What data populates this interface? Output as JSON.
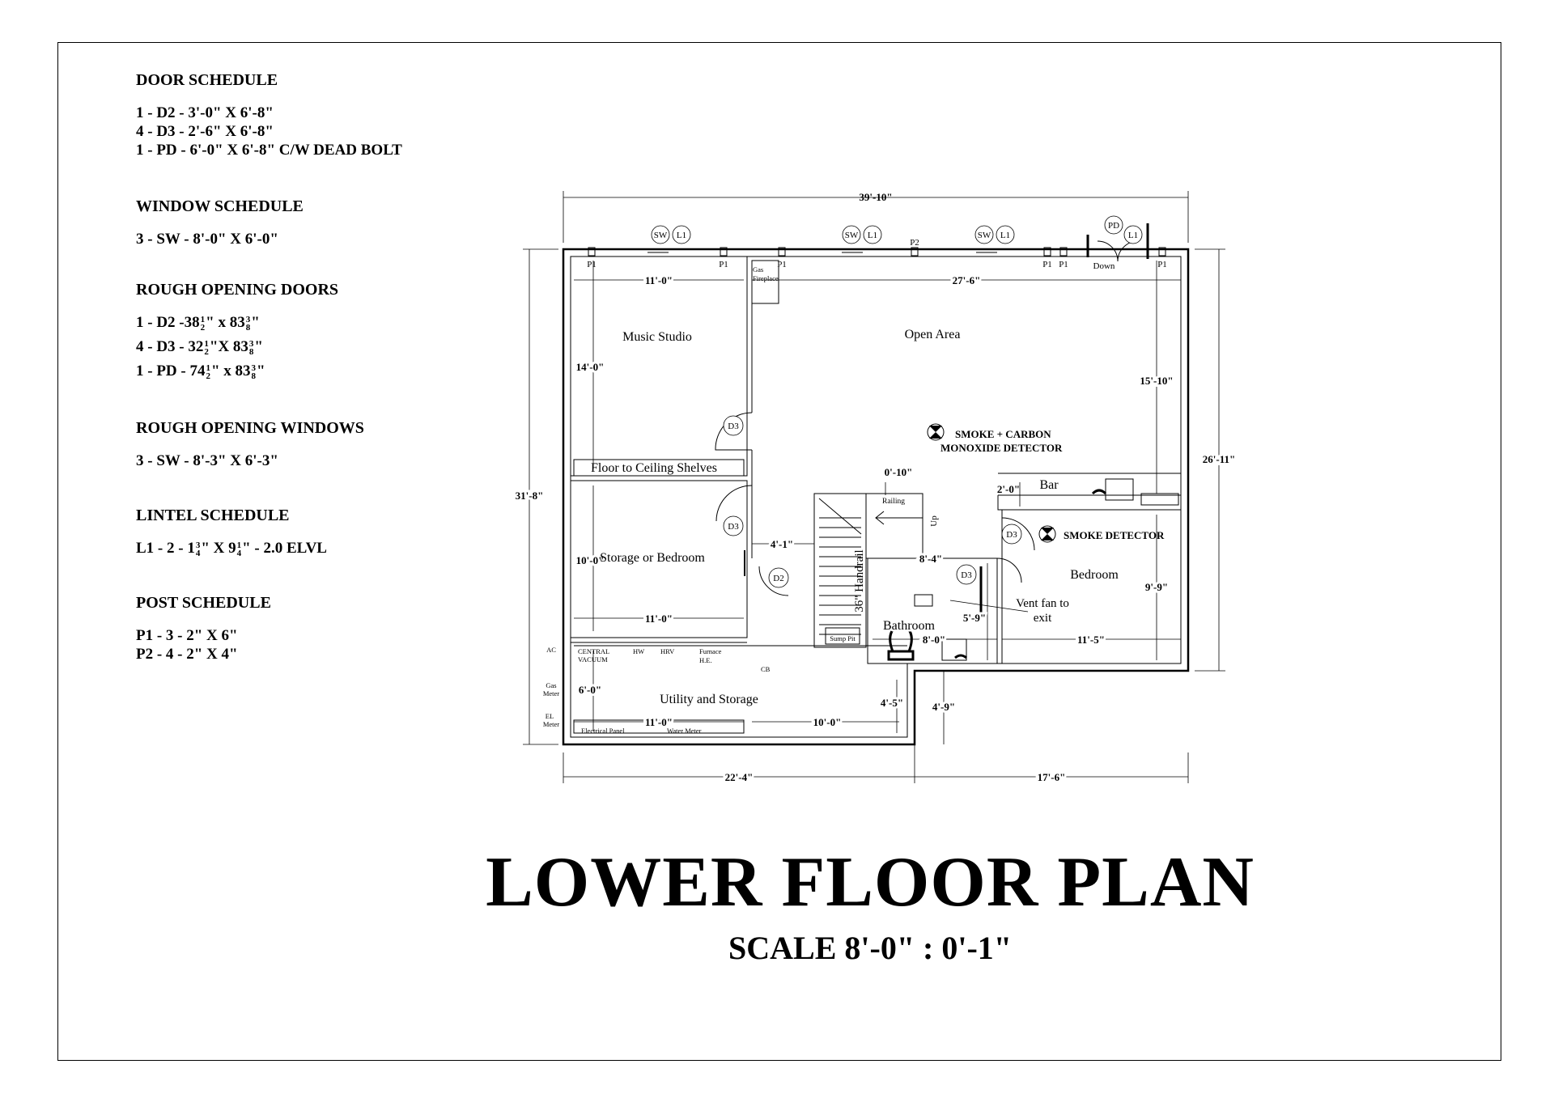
{
  "schedules": {
    "door": {
      "heading": "DOOR SCHEDULE",
      "lines": [
        "1 - D2 - 3'-0\" X 6'-8\"",
        "4 - D3 - 2'-6\" X 6'-8\"",
        "1 - PD - 6'-0\" X 6'-8\"  C/W DEAD BOLT"
      ]
    },
    "window": {
      "heading": "WINDOW SCHEDULE",
      "lines": [
        "3 - SW - 8'-0\" X 6'-0\""
      ]
    },
    "rough_doors": {
      "heading": "ROUGH OPENING DOORS",
      "line1_prefix": "1 - D2 -38",
      "line1_mid": "\" x 83",
      "line1_end": "\"",
      "line2_prefix": "4 - D3 - 32",
      "line2_mid": "\"X 83",
      "line2_end": "\"",
      "line3_prefix": "1 - PD - 74",
      "line3_mid": "\" x 83",
      "line3_end": "\"",
      "frac_half_num": "1",
      "frac_half_den": "2",
      "frac_3_8_num": "3",
      "frac_3_8_den": "8"
    },
    "rough_windows": {
      "heading": "ROUGH OPENING WINDOWS",
      "lines": [
        "3 - SW - 8'-3\" X 6'-3\""
      ]
    },
    "lintel": {
      "heading": "LINTEL SCHEDULE",
      "prefix": "L1 - 2 - 1",
      "mid": "\" X 9",
      "end": "\"   - 2.0 ELVL",
      "frac1_num": "3",
      "frac1_den": "4",
      "frac2_num": "1",
      "frac2_den": "4"
    },
    "post": {
      "heading": "POST SCHEDULE",
      "lines": [
        "P1 - 3 - 2\" X 6\"",
        "P2 - 4 - 2\" X 4\""
      ]
    }
  },
  "plan": {
    "dimensions": {
      "overall_width": "39'-10\"",
      "overall_depth_left": "31'-8\"",
      "overall_depth_right": "26'-11\"",
      "bottom_left": "22'-4\"",
      "bottom_right": "17'-6\"",
      "music_width": "11'-0\"",
      "open_width": "27'-6\"",
      "music_depth": "14'-0\"",
      "open_depth": "15'-10\"",
      "storage_depth": "10'-0\"",
      "storage_width": "11'-0\"",
      "hall_width": "4'-1\"",
      "stair_gap": "0'-10\"",
      "stair_landing": "8'-4\"",
      "bar_depth": "2'-0\"",
      "bed_depth": "9'-9\"",
      "bed_width": "11'-5\"",
      "bath_depth": "5'-9\"",
      "bath_width": "8'-0\"",
      "utility_depth": "6'-0\"",
      "utility_width1": "11'-0\"",
      "utility_width2": "10'-0\"",
      "utility_step": "4'-5\"",
      "bump_depth": "4'-9\""
    },
    "rooms": {
      "music": "Music Studio",
      "open": "Open Area",
      "shelves": "Floor to Ceiling Shelves",
      "storage": "Storage or Bedroom",
      "bedroom": "Bedroom",
      "bathroom": "Bathroom",
      "utility": "Utility and Storage",
      "bar": "Bar"
    },
    "labels": {
      "smoke_co_1": "SMOKE + CARBON",
      "smoke_co_2": "MONOXIDE DETECTOR",
      "smoke": "SMOKE DETECTOR",
      "vent_1": "Vent fan to",
      "vent_2": "exit",
      "handrail": "36\" Handrail",
      "railing": "Railing",
      "up": "Up",
      "down": "Down",
      "sump": "Sump Pit",
      "gas_fp_1": "Gas",
      "gas_fp_2": "Fireplace",
      "ac": "AC",
      "gas_meter_1": "Gas",
      "gas_meter_2": "Meter",
      "el_meter_1": "EL",
      "el_meter_2": "Meter",
      "central_1": "CENTRAL",
      "central_2": "VACUUM",
      "hw": "HW",
      "hrv": "HRV",
      "furnace_1": "Furnace",
      "furnace_2": "H.E.",
      "cb": "CB",
      "panel": "Electrical Panel",
      "water": "Water Meter"
    },
    "tags": {
      "sw": "SW",
      "l1": "L1",
      "pd": "PD",
      "p1": "P1",
      "p2": "P2",
      "d2": "D2",
      "d3": "D3"
    }
  },
  "title": "LOWER FLOOR PLAN",
  "scale": "SCALE  8'-0\" : 0'-1\""
}
